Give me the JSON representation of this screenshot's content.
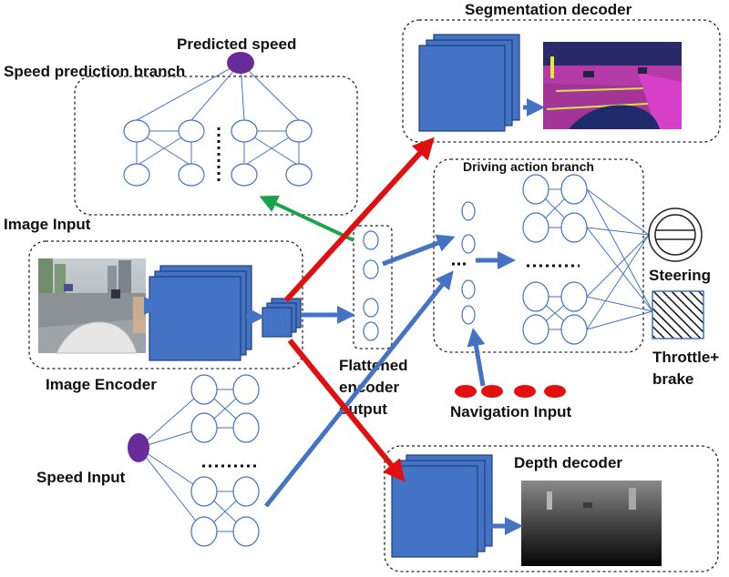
{
  "labels": {
    "segmentation_decoder": "Segmentation decoder",
    "predicted_speed": "Predicted speed",
    "speed_prediction_branch": "Speed prediction branch",
    "driving_action_branch": "Driving action branch",
    "image_input": "Image Input",
    "image_encoder": "Image Encoder",
    "flattened_encoder_output": [
      "Flattened",
      "encoder",
      "output"
    ],
    "steering": "Steering",
    "throttle_brake": [
      "Throttle+",
      "brake"
    ],
    "navigation_input": "Navigation Input",
    "speed_input": "Speed Input",
    "depth_decoder": "Depth decoder"
  },
  "colors": {
    "block_blue": "#4472c4",
    "arrow_red": "#e01010",
    "arrow_green": "#1aa34a",
    "arrow_blue": "#4472c4",
    "speed_node_purple": "#6a2b9a",
    "nav_node_red": "#e41010",
    "box_border": "#222222"
  },
  "icons": {
    "steering_wheel": "steering-wheel-icon",
    "throttle_brake": "hatched-pedal-icon"
  }
}
